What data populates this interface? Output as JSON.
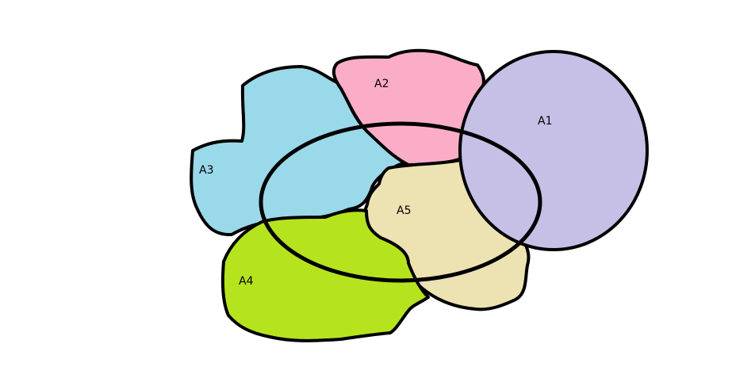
{
  "regions": [
    {
      "id": "A1",
      "label": "A1",
      "color": "#c6c0e6"
    },
    {
      "id": "A2",
      "label": "A2",
      "color": "#fbadc8"
    },
    {
      "id": "A3",
      "label": "A3",
      "color": "#9ad9e9"
    },
    {
      "id": "A4",
      "label": "A4",
      "color": "#b5e41e"
    },
    {
      "id": "A5",
      "label": "A5",
      "color": "#ede2b2"
    }
  ],
  "outline_color": "#000000"
}
